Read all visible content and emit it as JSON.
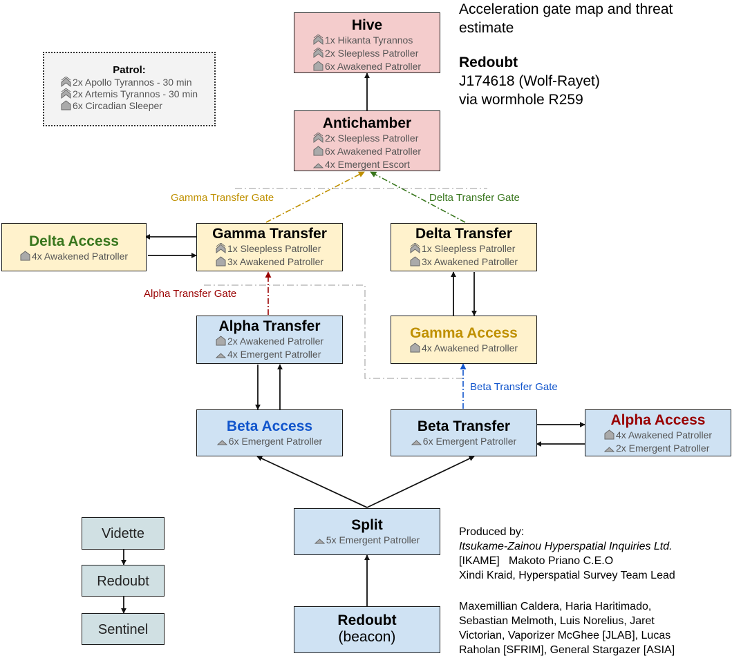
{
  "header": {
    "title_line1": "Acceleration gate map and threat",
    "title_line2": "estimate",
    "system": "Redoubt",
    "location": "J174618 (Wolf-Rayet)",
    "via": "via wormhole R259"
  },
  "patrol": {
    "title": "Patrol:",
    "items": [
      "2x Apollo Tyrannos - 30 min",
      "2x Artemis Tyrannos - 30 min",
      "6x Circadian Sleeper"
    ]
  },
  "rooms": {
    "hive": {
      "title": "Hive",
      "ships": [
        "1x Hikanta Tyrannos",
        "2x Sleepless Patroller",
        "6x Awakened Patroller"
      ]
    },
    "antichamber": {
      "title": "Antichamber",
      "ships": [
        "2x Sleepless Patroller",
        "6x Awakened Patroller",
        "4x Emergent Escort"
      ]
    },
    "delta_access": {
      "title": "Delta Access",
      "ships": [
        "4x Awakened Patroller"
      ]
    },
    "gamma_transfer": {
      "title": "Gamma Transfer",
      "ships": [
        "1x Sleepless Patroller",
        "3x Awakened Patroller"
      ]
    },
    "delta_transfer": {
      "title": "Delta Transfer",
      "ships": [
        "1x Sleepless Patroller",
        "3x Awakened Patroller"
      ]
    },
    "alpha_transfer": {
      "title": "Alpha Transfer",
      "ships": [
        "2x Awakened Patroller",
        "4x Emergent Patroller"
      ]
    },
    "gamma_access": {
      "title": "Gamma Access",
      "ships": [
        "4x Awakened Patroller"
      ]
    },
    "beta_access": {
      "title": "Beta Access",
      "ships": [
        "6x Emergent Patroller"
      ]
    },
    "beta_transfer": {
      "title": "Beta Transfer",
      "ships": [
        "6x Emergent Patroller"
      ]
    },
    "alpha_access": {
      "title": "Alpha Access",
      "ships": [
        "4x Awakened Patroller",
        "2x Emergent Patroller"
      ]
    },
    "split": {
      "title": "Split",
      "ships": [
        "5x Emergent Patroller"
      ]
    },
    "redoubt_beacon": {
      "title": "Redoubt",
      "subtitle": "(beacon)"
    }
  },
  "gates": {
    "gamma": "Gamma Transfer Gate",
    "delta": "Delta Transfer Gate",
    "alpha": "Alpha Transfer Gate",
    "beta": "Beta Transfer Gate"
  },
  "legend": [
    "Vidette",
    "Redoubt",
    "Sentinel"
  ],
  "credits": {
    "produced_by": "Produced by:",
    "company": "Itsukame-Zainou Hyperspatial Inquiries Ltd.",
    "ceo": "[IKAME]   Makoto Priano C.E.O",
    "lead": "Xindi Kraid, Hyperspatial Survey Team Lead",
    "contributors": [
      "Maxemillian Caldera, Haria Haritimado,",
      "Sebastian Melmoth, Luis Norelius, Jaret",
      "Victorian, Vaporizer McGhee [JLAB], Lucas",
      "Raholan [SFRIM], General Stargazer [ASIA]"
    ]
  },
  "colors": {
    "pink": "#f4cccc",
    "yellow": "#fff2cc",
    "blue": "#cfe2f3",
    "grey": "#d0e0e3",
    "green": "#38761d",
    "gold": "#bf9000",
    "red": "#990000",
    "beta_blue": "#1155cc"
  }
}
